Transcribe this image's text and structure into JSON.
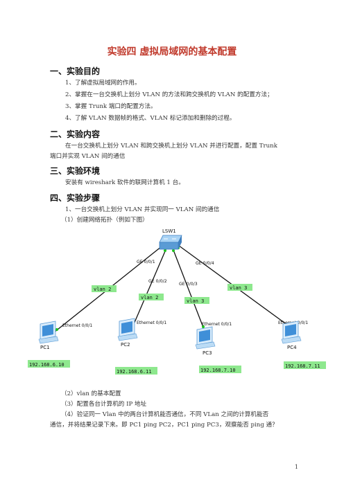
{
  "title": "实验四  虚拟局域网的基本配置",
  "sections": [
    {
      "heading": "一、实验目的",
      "items": [
        "1、了解虚拟局域网的作用。",
        "2、掌握在一台交换机上划分 VLAN 的方法和跨交换机的 VLAN 的配置方法；",
        "3、掌握 Trunk 端口的配置方法。",
        "4、了解 VLAN 数据帧的格式、VLAN 标记添加和删除的过程。"
      ]
    },
    {
      "heading": "二、实验内容",
      "items": [
        "在一台交换机上划分 VLAN 和跨交换机上划分 VLAN 并进行配置，配置 Trunk",
        "端口并实现 VLAN 间的通信"
      ]
    },
    {
      "heading": "三、实验环境",
      "items": [
        "安装有 wireshark 软件的联网计算机 1 台。"
      ]
    },
    {
      "heading": "四、实验步骤",
      "items": [
        "1、一台交换机上划分 VLAN 并实现同一 VLAN 间的通信",
        "（1）创建网络拓扑（例如下图）"
      ]
    }
  ],
  "diagram": {
    "switch_label": "LSW1",
    "ports": [
      "GE 0/0/1",
      "GE 0/0/2",
      "GE 0/0/3",
      "GE 0/0/4"
    ],
    "vlan_tags": [
      "vlan 2",
      "vlan 2",
      "vlan 3",
      "vlan 3"
    ],
    "pc_ports": [
      "Ethernet 0/0/1",
      "Ethernet 0/0/1",
      "Ethernet 0/0/1",
      "Ethernet 0/0/1"
    ],
    "pcs": [
      "PC1",
      "PC2",
      "PC3",
      "PC4"
    ],
    "ips": [
      "192.168.6.10",
      "192.168.6.11",
      "192.168.7.10",
      "192.168.7.11"
    ],
    "colors": {
      "ip_box": "#8ee88e",
      "link": "#111111",
      "switch": "#5a9bd5"
    }
  },
  "after": [
    "（2）vlan 的基本配置",
    "（3）配置各台计算机的 IP 地址",
    "（4）验证同一 Vlan 中的两台计算机能否通信，不同 VLan 之间的计算机能否",
    "通信，并将结果记录下来。即 PC1 ping PC2，PC1 ping PC3，观察能否 ping 通？"
  ],
  "page_number": "1"
}
